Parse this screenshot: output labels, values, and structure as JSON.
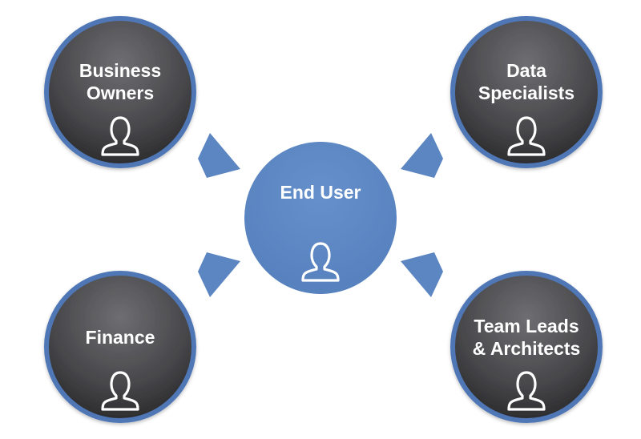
{
  "diagram": {
    "center": {
      "label_line1": "End User",
      "icon": "person-icon"
    },
    "roles": [
      {
        "id": "business-owners",
        "label_line1": "Business",
        "label_line2": "Owners",
        "icon": "person-icon"
      },
      {
        "id": "data-specialists",
        "label_line1": "Data",
        "label_line2": "Specialists",
        "icon": "person-icon"
      },
      {
        "id": "finance",
        "label_line1": "Finance",
        "label_line2": "",
        "icon": "person-icon"
      },
      {
        "id": "team-leads-architects",
        "label_line1": "Team Leads",
        "label_line2": "& Architects",
        "icon": "person-icon"
      }
    ],
    "arrows": "chevron-arrow-icon",
    "colors": {
      "center_fill": "#5b86c2",
      "role_fill_top": "#6a6a6e",
      "role_fill_bottom": "#2a2a2c",
      "role_ring": "#4f77b6",
      "arrow": "#5b86c2",
      "text": "#ffffff"
    }
  }
}
